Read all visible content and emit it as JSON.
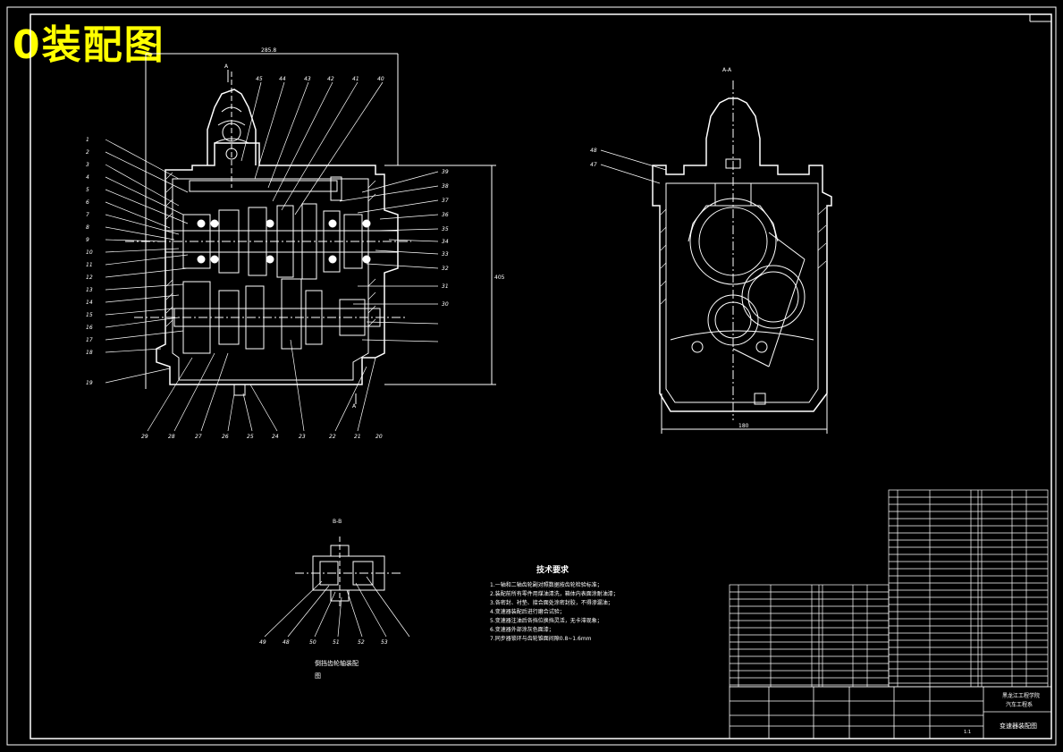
{
  "title": "0装配图",
  "views": {
    "section_aa": "A-A",
    "section_bb": "B-B",
    "marker_a": "A",
    "dim_top": "285.8",
    "dim_right": "405",
    "dim_bottom_right": "180"
  },
  "leaders_left": [
    "1",
    "2",
    "3",
    "4",
    "5",
    "6",
    "7",
    "8",
    "9",
    "10",
    "11",
    "12",
    "13",
    "14",
    "15",
    "16",
    "17",
    "18",
    "19"
  ],
  "leaders_top": [
    "45",
    "44",
    "43",
    "42",
    "41",
    "40"
  ],
  "leaders_right": [
    "39",
    "38",
    "37",
    "36",
    "35",
    "34",
    "33",
    "32",
    "31",
    "30"
  ],
  "leaders_bottom": [
    "29",
    "28",
    "27",
    "26",
    "25",
    "24",
    "23",
    "22",
    "21",
    "20"
  ],
  "leaders_aa": [
    "48",
    "47"
  ],
  "leaders_bb": [
    "49",
    "48",
    "50",
    "51",
    "52",
    "53"
  ],
  "bb_caption_1": "倒挡齿轮轴装配",
  "bb_caption_2": "图",
  "tech_req": {
    "heading": "技术要求",
    "items": [
      "1.一轴和二轴齿轮副对照数据按齿轮检验标准；",
      "2.装配前所有零件用煤油清洗，箱体内表面涂耐油漆；",
      "3.各密封、衬垫、接合面处涂密封胶，不得渗漏油；",
      "4.变速器装配后进行磨合试验；",
      "5.变速器注油后各挡位换挡灵活，无卡滞现象；",
      "6.变速器外部涂灰色面漆；",
      "7.同步器锁环与齿轮锥面间隙0.8~1.6mm"
    ]
  },
  "title_block": {
    "school": "黑龙江工程学院",
    "dept": "汽车工程系",
    "drawing_name": "变速器装配图",
    "scale": "1:1"
  },
  "colors": {
    "line": "#ffffff",
    "title": "#ffff00",
    "hatch": "#ffffff",
    "background": "#000000"
  }
}
